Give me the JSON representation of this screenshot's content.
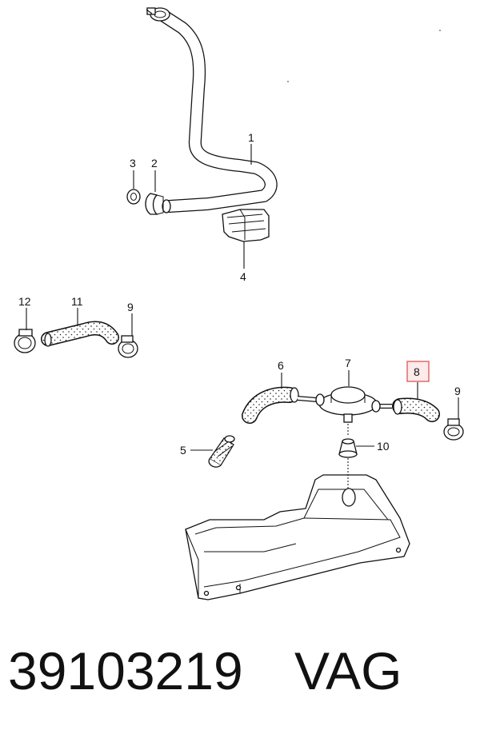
{
  "callouts": {
    "c1": "1",
    "c2": "2",
    "c3": "3",
    "c4": "4",
    "c5": "5",
    "c6": "6",
    "c7": "7",
    "c8": "8",
    "c9a": "9",
    "c9b": "9",
    "c10": "10",
    "c11": "11",
    "c12": "12"
  },
  "footer": {
    "part_number": "39103219",
    "brand": "VAG"
  },
  "highlight_color": "#d84a4a"
}
